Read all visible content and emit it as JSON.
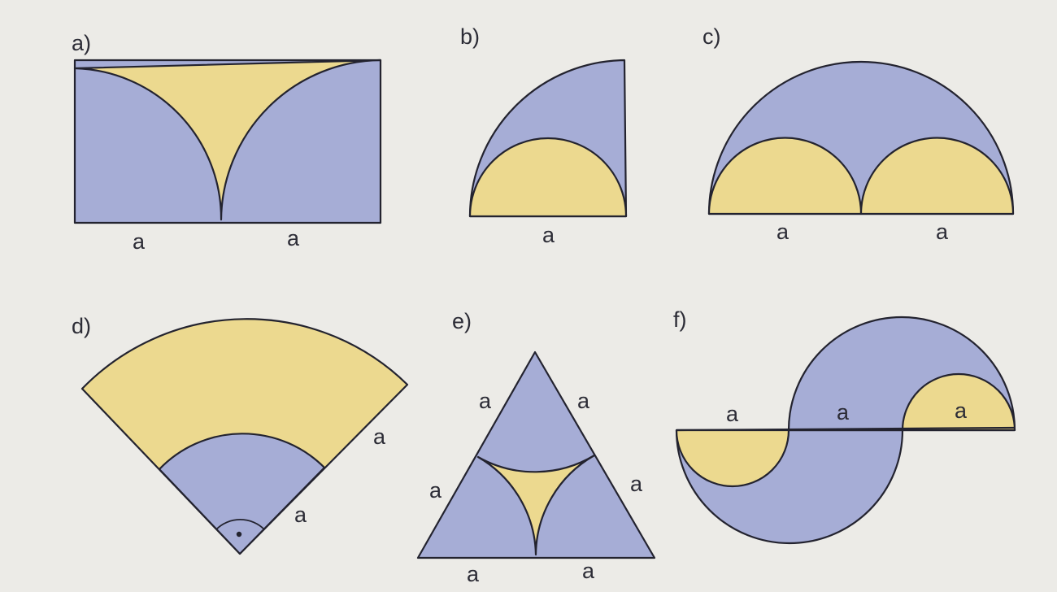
{
  "colors": {
    "blue_region": "#a6add6",
    "yellow_region": "#ecd98f",
    "outline": "#23232f",
    "paper": "#ecebe7",
    "text": "#2c2c36"
  },
  "figures": {
    "a": {
      "label": "a)",
      "side_labels": [
        "a",
        "a"
      ]
    },
    "b": {
      "label": "b)",
      "side_labels": [
        "a"
      ]
    },
    "c": {
      "label": "c)",
      "side_labels": [
        "a",
        "a"
      ]
    },
    "d": {
      "label": "d)",
      "side_labels": [
        "a",
        "a"
      ]
    },
    "e": {
      "label": "e)",
      "side_labels": [
        "a",
        "a",
        "a",
        "a",
        "a",
        "a"
      ]
    },
    "f": {
      "label": "f)",
      "side_labels": [
        "a",
        "a",
        "a"
      ]
    }
  }
}
